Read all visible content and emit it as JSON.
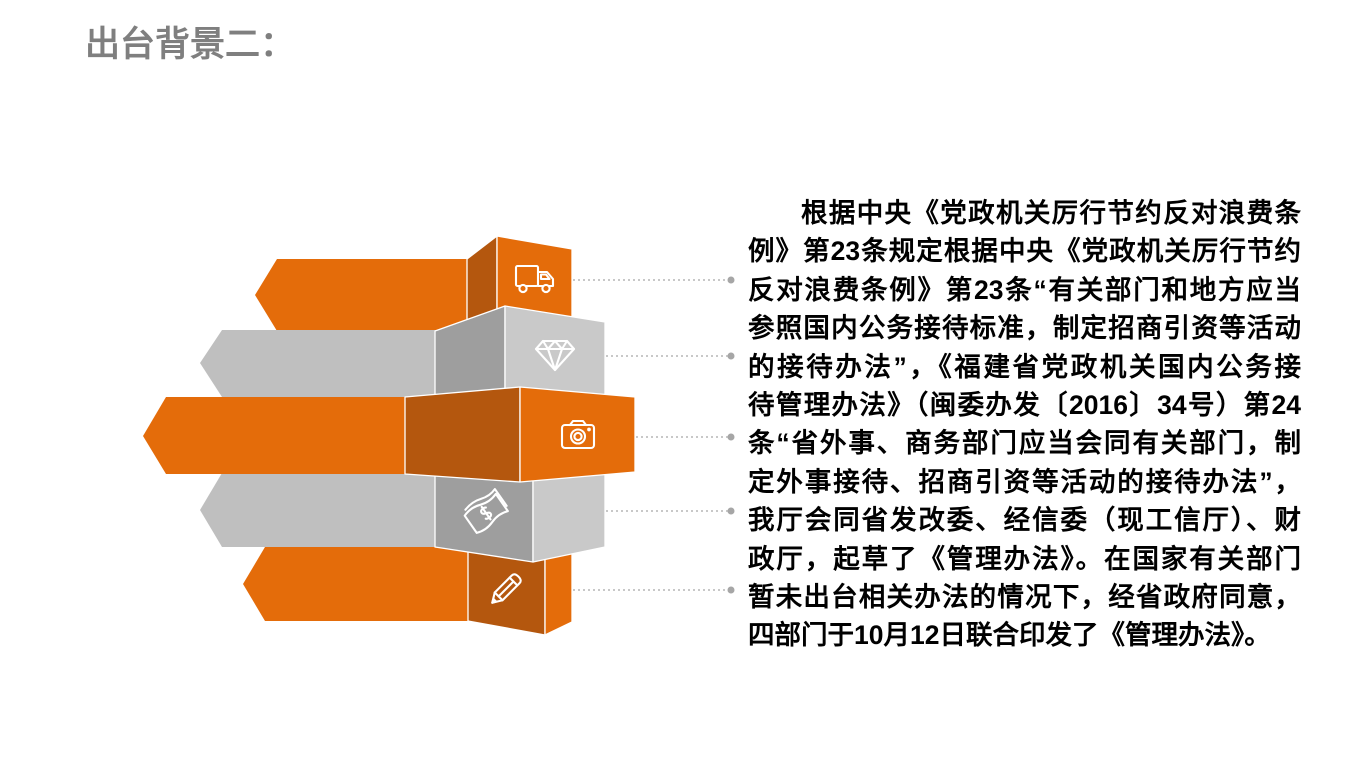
{
  "slide": {
    "title": "出台背景二：",
    "paragraph": {
      "lines": [
        "根据中央《党政机关厉行节约反对浪费条",
        "例》第23条规定根据中央《党政机关厉行节约",
        "反对浪费条例》第23条“有关部门和地方应当",
        "参照国内公务接待标准，制定招商引资等活动",
        "的接待办法”，《福建省党政机关国内公务接",
        "待管理办法》（闽委办发〔2016〕34号）第24",
        "条“省外事、商务部门应当会同有关部门，制",
        "定外事接待、招商引资等活动的接待办法”，",
        "我厅会同省发改委、经信委（现工信厅）、财",
        "政厅，起草了《管理办法》。在国家有关部门",
        "暂未出台相关办法的情况下，经省政府同意，",
        "四部门于10月12日联合印发了《管理办法》。"
      ]
    }
  },
  "diagram": {
    "icons": [
      "truck-icon",
      "diamond-icon",
      "camera-icon",
      "money-icon",
      "pencil-icon"
    ]
  },
  "theme": {
    "title_color": "#7F7F7F",
    "text_color": "#000000",
    "orange": "#E46C0A",
    "orange_dark": "#B4570E",
    "gray": "#BFBFBF",
    "gray_dark": "#9E9E9E",
    "gray_light": "#C9C9C9",
    "connector": "#A6A6A6"
  }
}
